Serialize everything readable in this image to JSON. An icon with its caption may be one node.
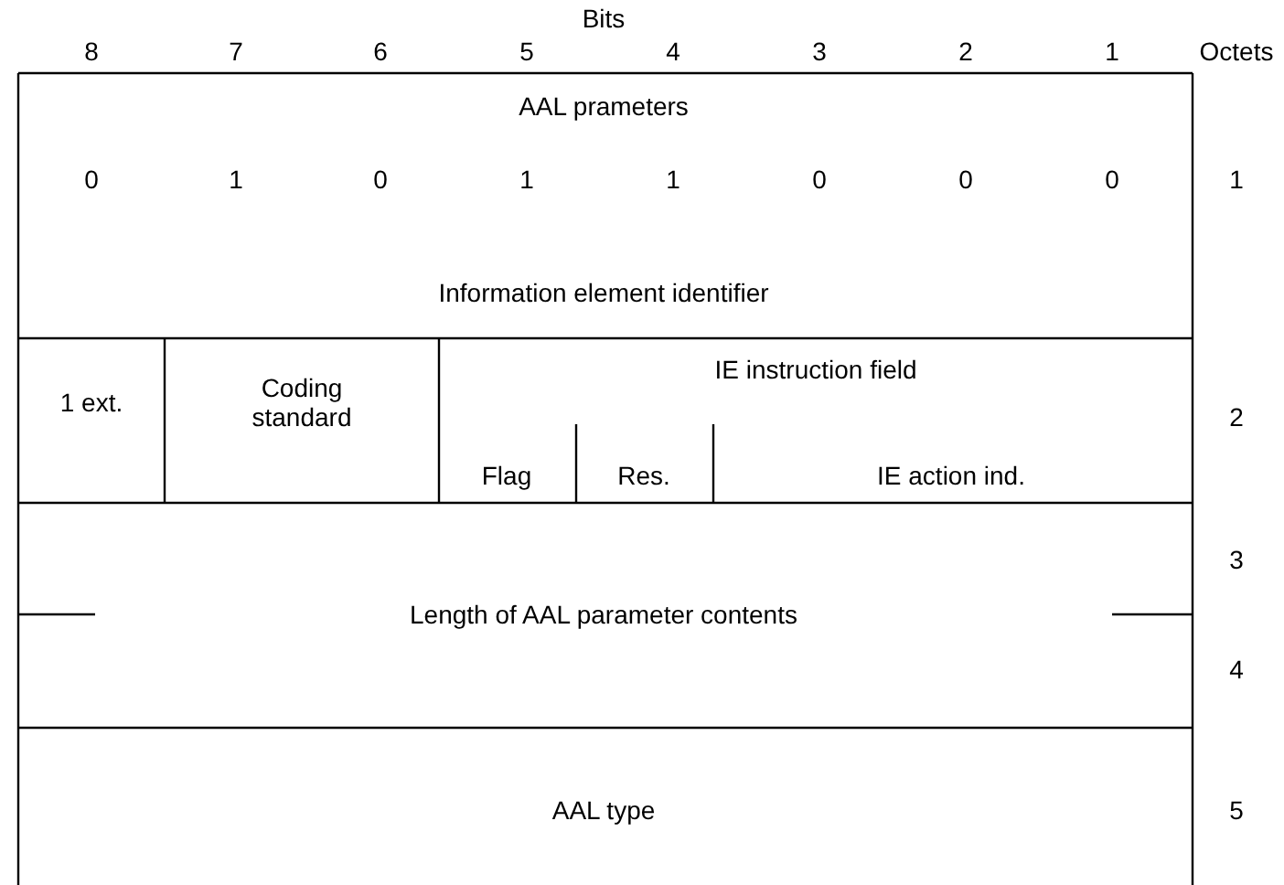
{
  "diagram": {
    "labels": [
      "Bits",
      "8",
      "7",
      "6",
      "5",
      "4",
      "3",
      "2",
      "1",
      "Octets",
      "AAL prameters",
      "0",
      "1",
      "0",
      "1",
      "1",
      "0",
      "0",
      "0",
      "1",
      "Information element identifier",
      "1 ext.",
      "Coding standard",
      "IE instruction field",
      "2",
      "Flag",
      "Res.",
      "IE action ind.",
      "3",
      "Length of AAL parameter contents",
      "4",
      "AAL type",
      "5"
    ]
  }
}
